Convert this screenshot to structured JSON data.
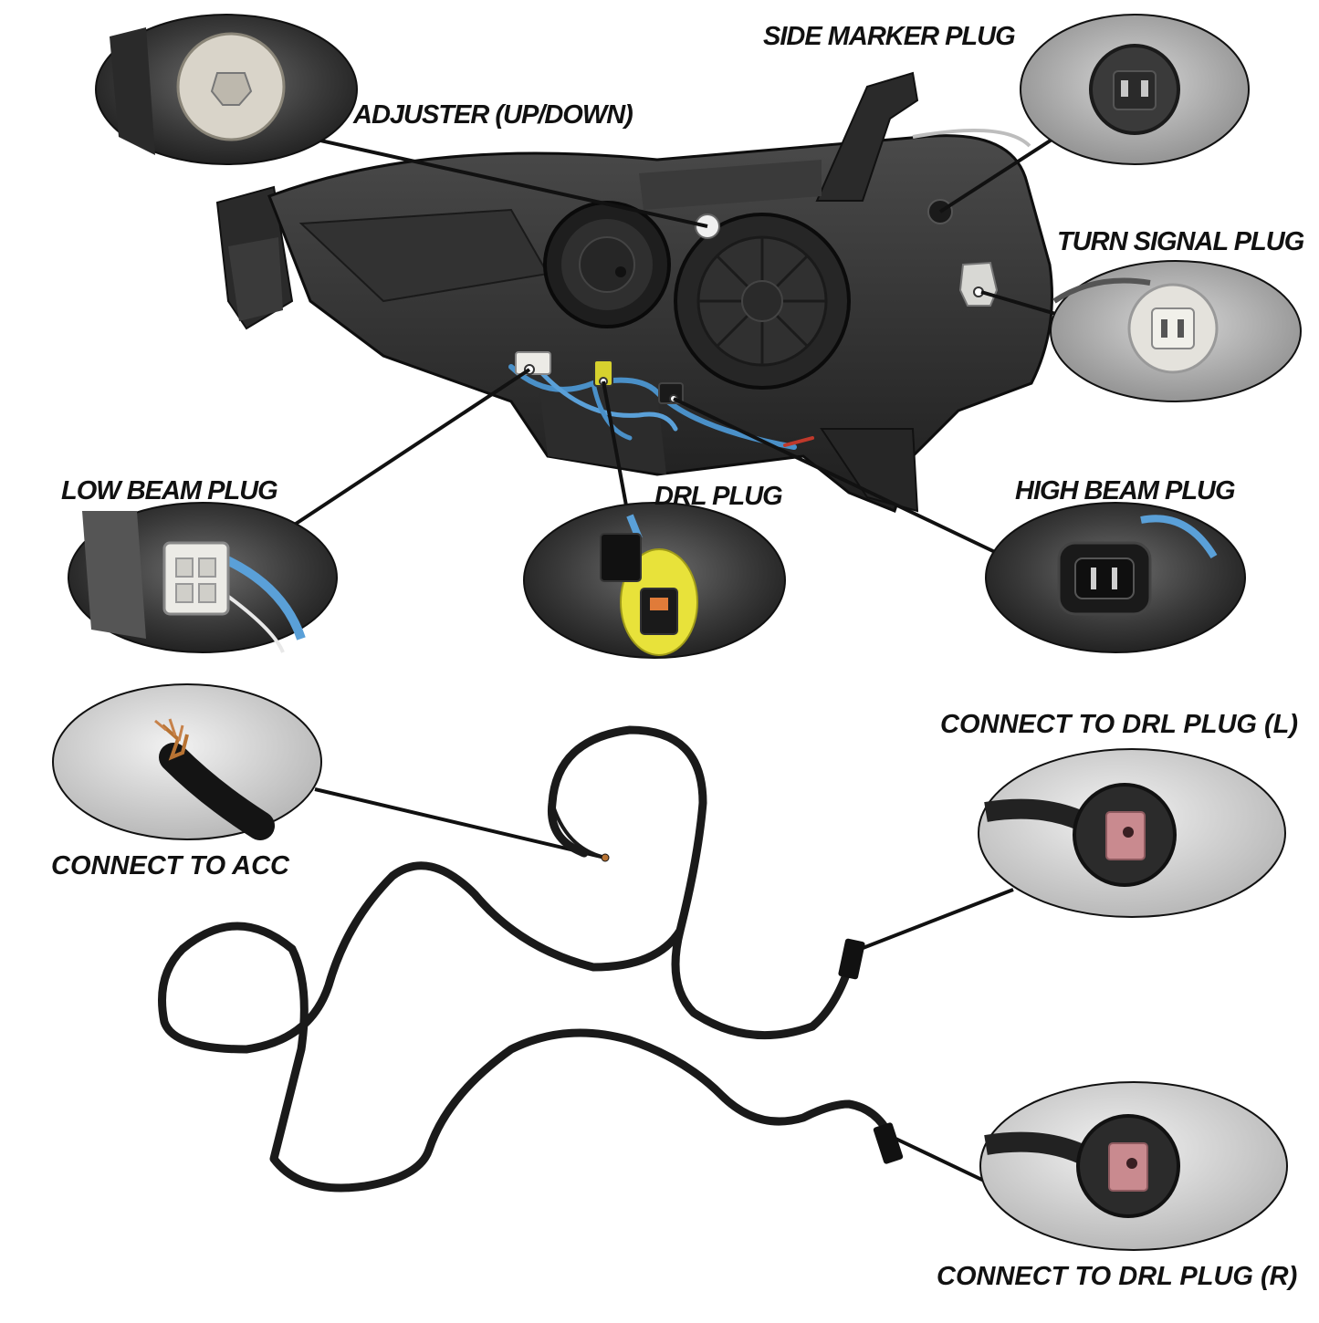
{
  "labels": {
    "side_marker": "SIDE MARKER PLUG",
    "adjuster": "ADJUSTER (UP/DOWN)",
    "turn_signal": "TURN SIGNAL PLUG",
    "low_beam": "LOW BEAM PLUG",
    "drl": "DRL PLUG",
    "high_beam": "HIGH BEAM PLUG",
    "connect_acc": "CONNECT  TO  ACC",
    "connect_drl_l": "CONNECT  TO  DRL PLUG (L)",
    "connect_drl_r": "CONNECT  TO  DRL PLUG (R)"
  },
  "colors": {
    "housing": "#2b2b2b",
    "leader_line": "#111111",
    "wire_blue": "#4a90c8",
    "plug_white": "#e8e8e4",
    "drl_yellow": "#e8e23a",
    "connector_pink": "#c98a8f",
    "harness": "#1a1a1a"
  }
}
